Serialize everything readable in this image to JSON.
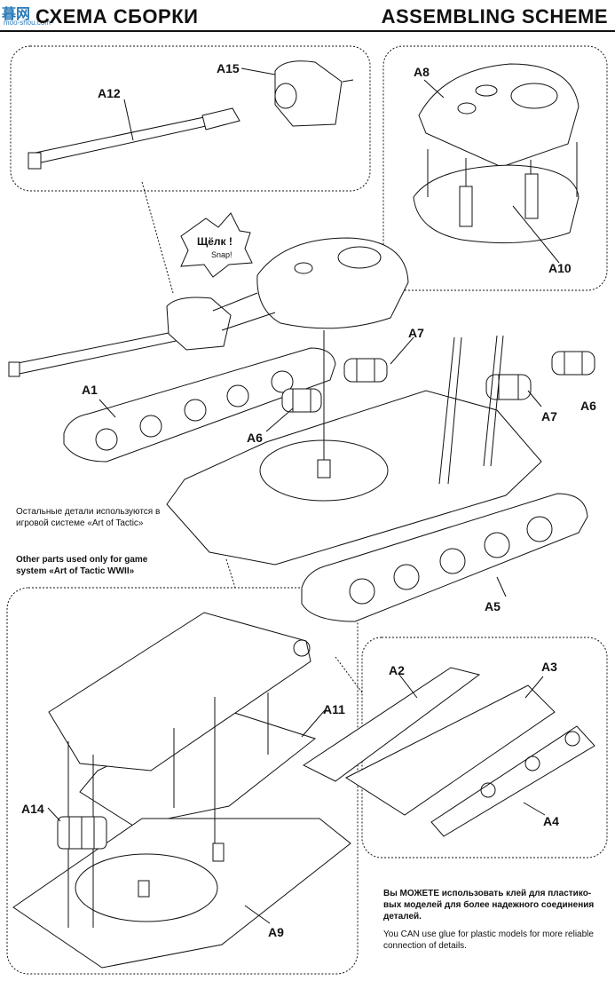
{
  "header": {
    "title_ru": "СХЕМА СБОРКИ",
    "title_en": "ASSEMBLING SCHEME",
    "logo_main": "暮网",
    "logo_sub": "moo-shou.com"
  },
  "labels": {
    "A1": "A1",
    "A2": "A2",
    "A3": "A3",
    "A4": "A4",
    "A5": "A5",
    "A6_left": "A6",
    "A6_right": "A6",
    "A7_top": "A7",
    "A7_right": "A7",
    "A8": "A8",
    "A9": "A9",
    "A10": "A10",
    "A11": "A11",
    "A12": "A12",
    "A14": "A14",
    "A15": "A15"
  },
  "snap": {
    "ru": "Щёлк !",
    "en": "Snap!"
  },
  "notes": {
    "left_ru": "Остальные детали используются в игровой системе «Art of Tactic»",
    "left_en": "Other parts used only for game system «Art of Tactic WWII»",
    "glue_ru": "Вы МОЖЕТЕ использовать клей для пластико-вых моделей для более надежного соединения деталей.",
    "glue_en": "You CAN use glue for plastic models for more reliable connection of details."
  }
}
